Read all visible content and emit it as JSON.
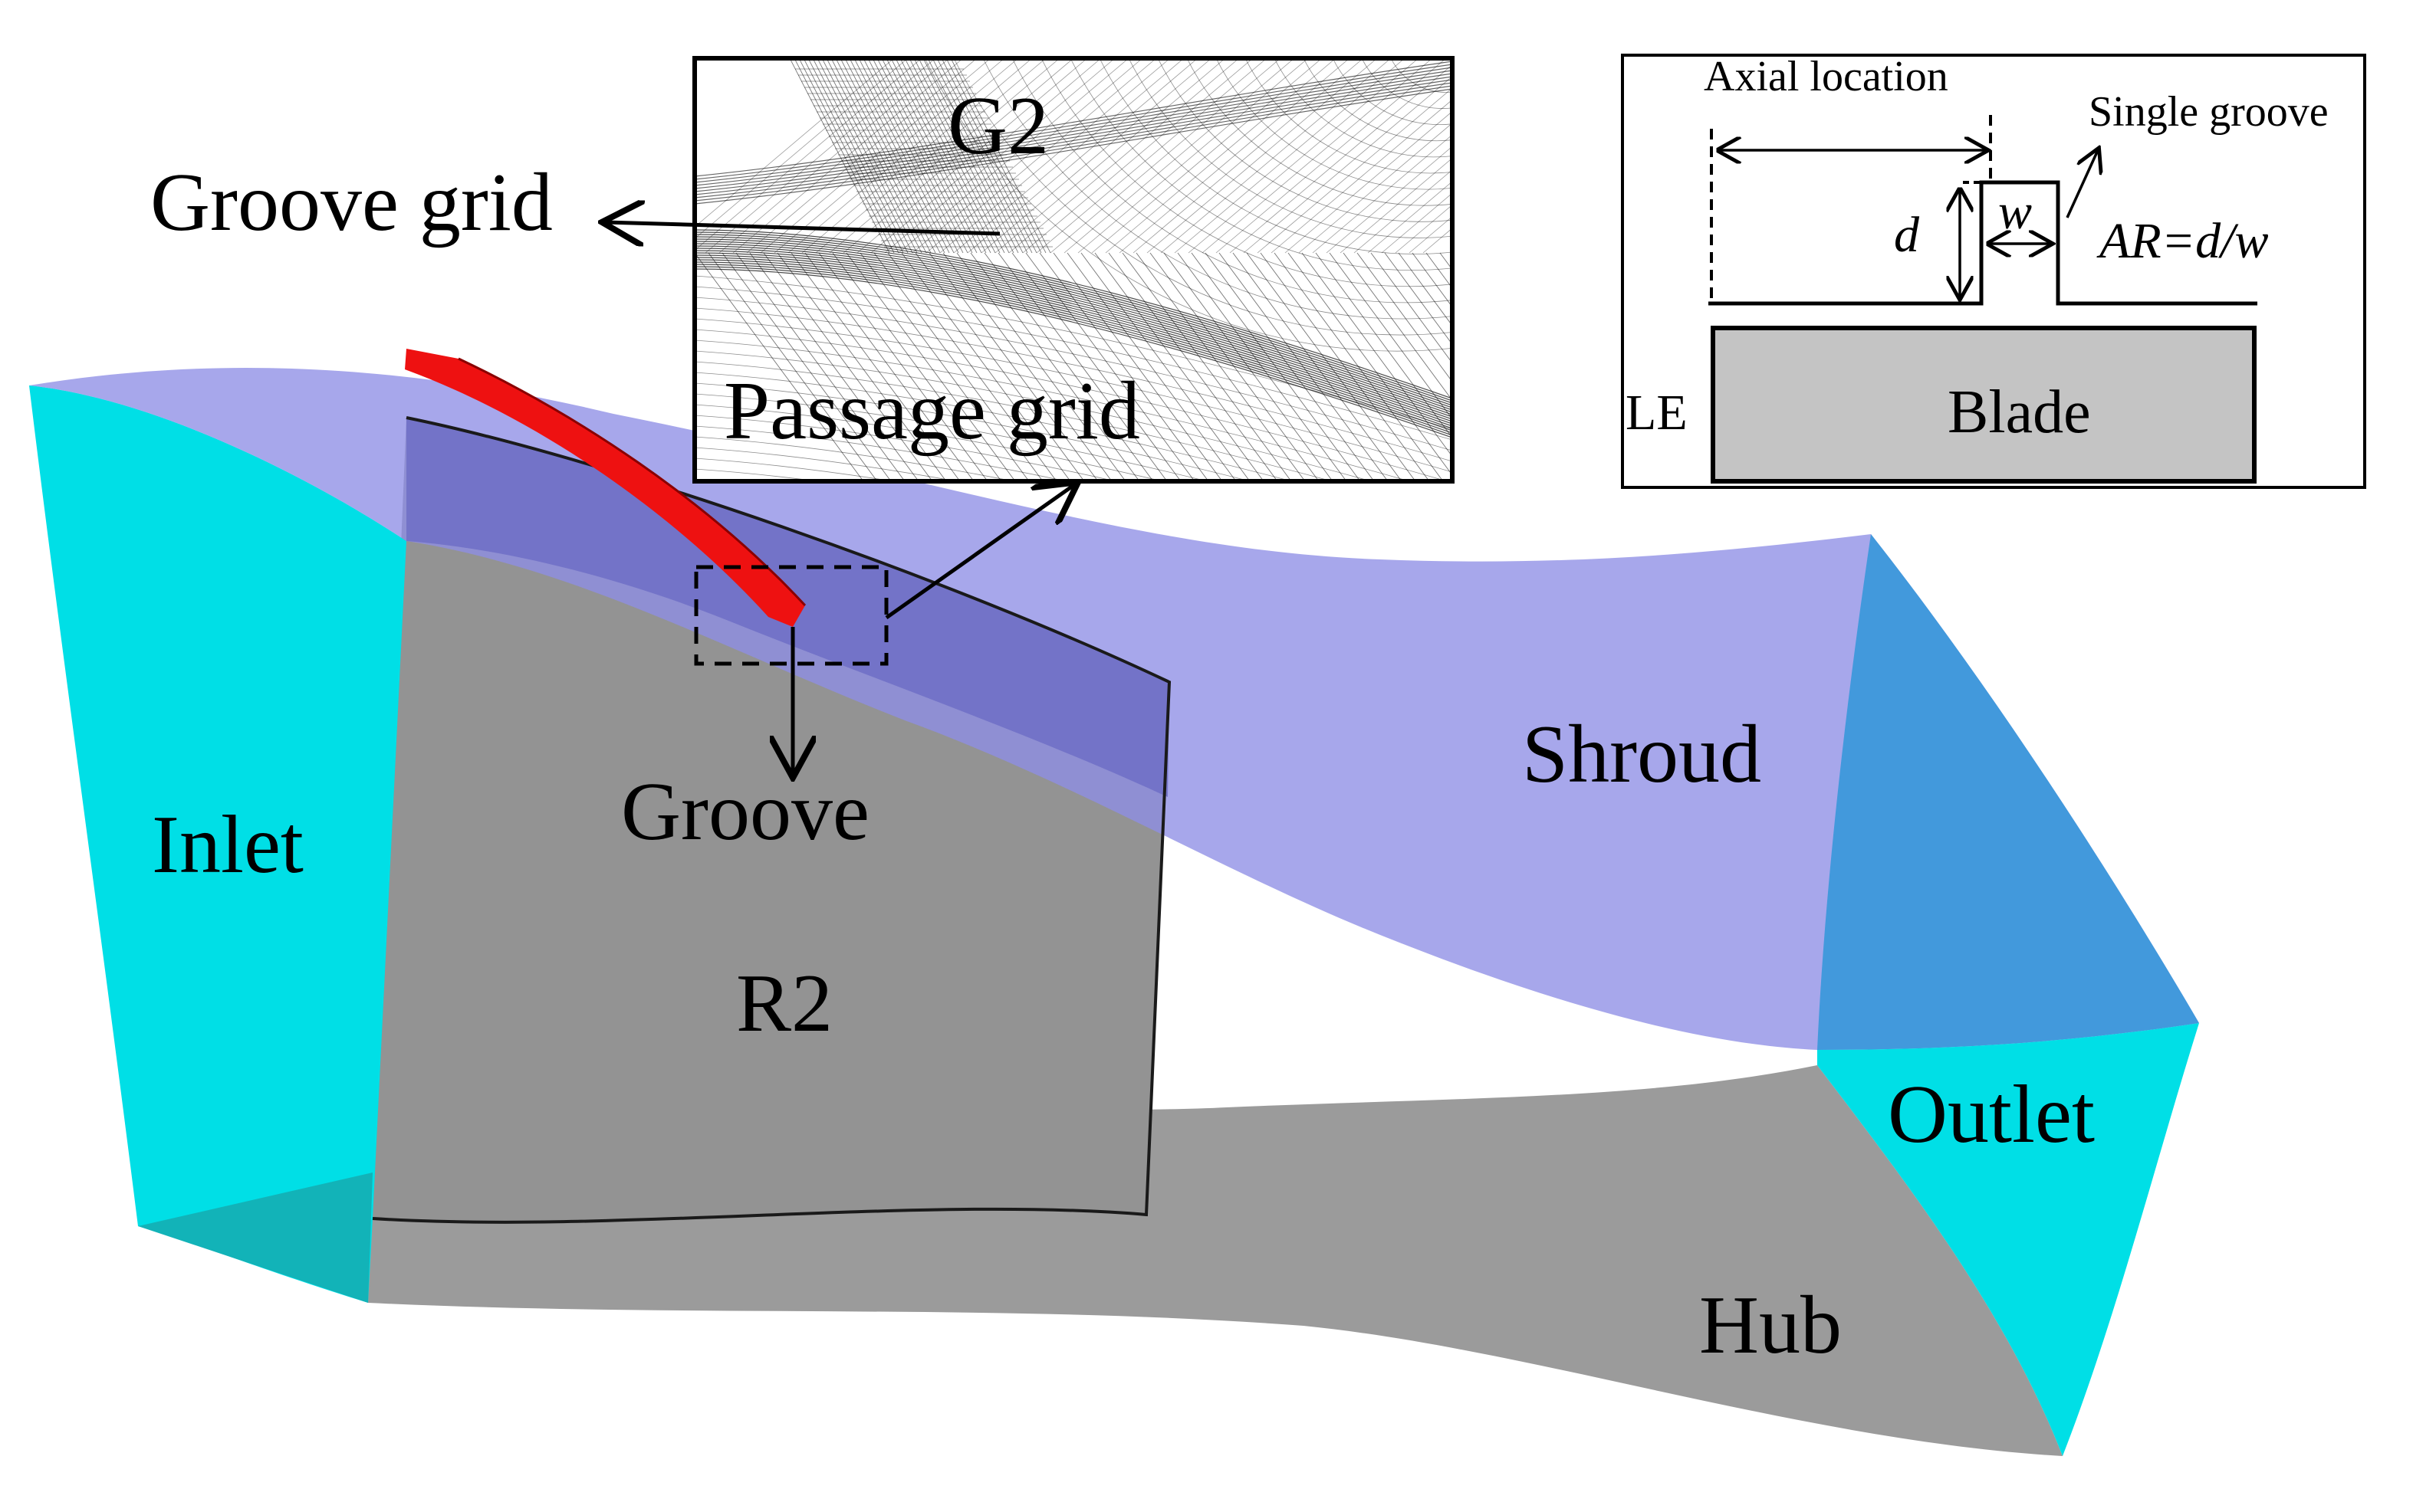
{
  "colors": {
    "inlet": "#00dfe6",
    "inlet_dark": "#12b3b8",
    "outlet": "#00dfe6",
    "outlet_upper": "#4299dc",
    "shroud": "#8e8ee6",
    "hub": "#9b9b9b",
    "blade": "#939393",
    "blade_tip": "#6e6ec6",
    "groove": "#ee1111",
    "line": "#000000",
    "inset_blade": "#c4c4c4"
  },
  "labels": {
    "inlet": "Inlet",
    "outlet": "Outlet",
    "shroud": "Shroud",
    "hub": "Hub",
    "blade_row": "R2",
    "groove": "Groove",
    "groove_grid": "Groove grid"
  },
  "grid_inset": {
    "grid_label": "G2",
    "passage_grid": "Passage grid"
  },
  "groove_schematic": {
    "axial_location": "Axial location",
    "single_groove": "Single groove",
    "depth": "d",
    "width": "w",
    "aspect_ratio": "AR=d/w",
    "leading_edge": "LE",
    "blade": "Blade"
  },
  "icons": [
    "arrow-icon",
    "double-arrow-icon"
  ]
}
